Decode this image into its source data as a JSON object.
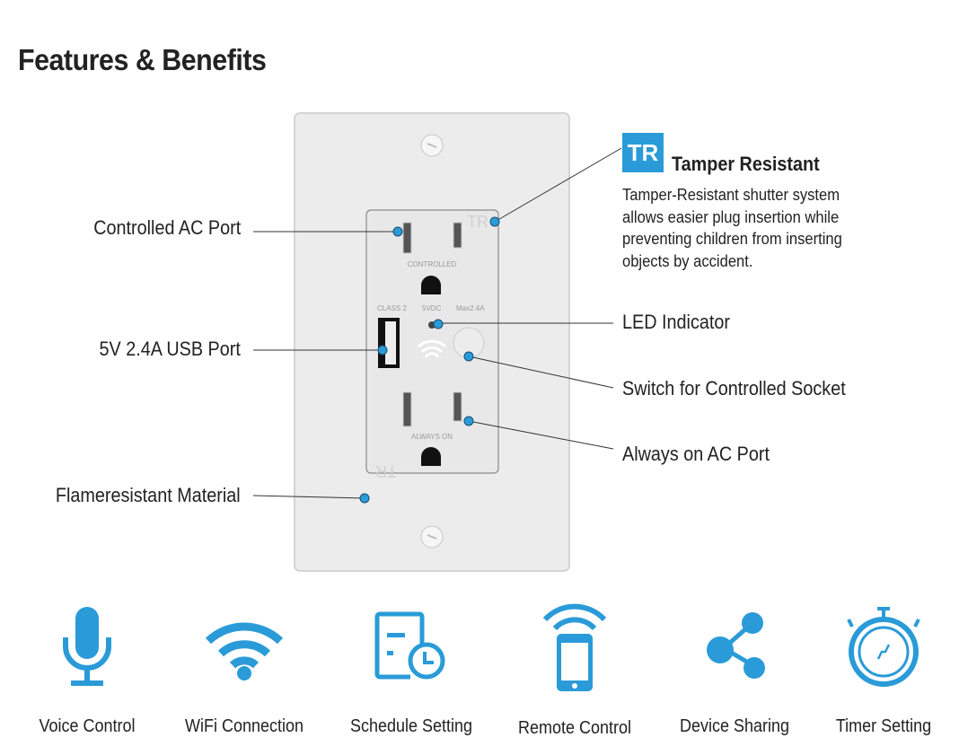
{
  "title": "Features & Benefits",
  "accent_color": "#2a9bd8",
  "outlet": {
    "top_label": "CONTROLLED",
    "usb_class": "CLASS 2",
    "usb_voltage": "5VDC",
    "usb_current": "Max2.4A",
    "bottom_label": "ALWAYS ON",
    "tr_mark": "TR"
  },
  "callouts": {
    "controlled_ac": "Controlled AC Port",
    "usb": "5V 2.4A USB Port",
    "flame": "Flameresistant Material",
    "led": "LED Indicator",
    "switch": "Switch for Controlled Socket",
    "always_on": "Always on AC Port"
  },
  "tamper": {
    "badge": "TR",
    "title": "Tamper Resistant",
    "description": "Tamper-Resistant shutter system allows easier plug insertion while preventing children from inserting objects by accident."
  },
  "features": [
    {
      "icon": "microphone-icon",
      "label": "Voice Control"
    },
    {
      "icon": "wifi-icon",
      "label": "WiFi Connection"
    },
    {
      "icon": "schedule-icon",
      "label": "Schedule Setting"
    },
    {
      "icon": "phone-remote-icon",
      "label": "Remote Control"
    },
    {
      "icon": "share-icon",
      "label": "Device Sharing"
    },
    {
      "icon": "stopwatch-icon",
      "label": "Timer Setting"
    }
  ]
}
